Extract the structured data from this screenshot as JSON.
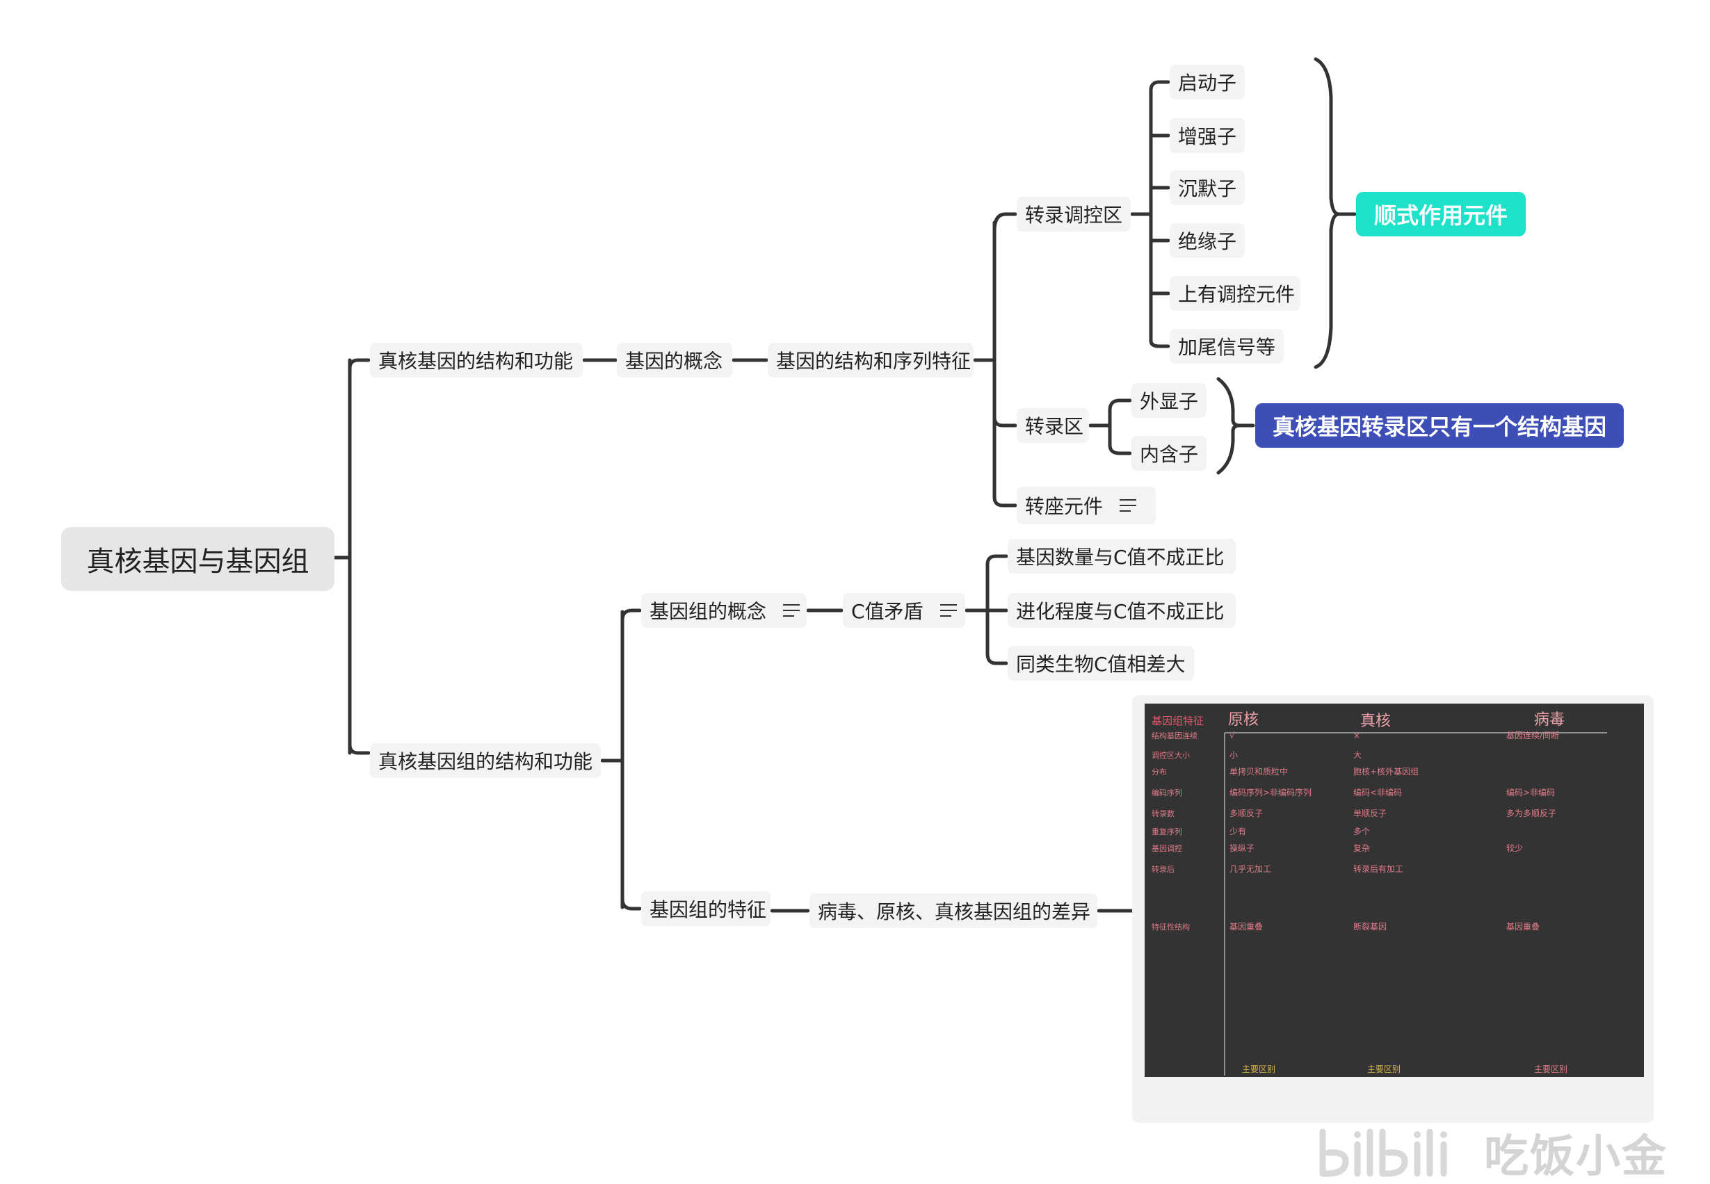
{
  "root": "真核基因与基因组",
  "branch1": {
    "label": "真核基因的结构和功能",
    "concept": "基因的概念",
    "structure": "基因的结构和序列特征",
    "regulatory_region": {
      "label": "转录调控区",
      "items": [
        "启动子",
        "增强子",
        "沉默子",
        "绝缘子",
        "上有调控元件",
        "加尾信号等"
      ],
      "summary": "顺式作用元件"
    },
    "transcribed_region": {
      "label": "转录区",
      "items": [
        "外显子",
        "内含子"
      ],
      "summary": "真核基因转录区只有一个结构基因"
    },
    "transposon": "转座元件"
  },
  "branch2": {
    "label": "真核基因组的结构和功能",
    "concept": "基因组的概念",
    "c_paradox": {
      "label": "C值矛盾",
      "items": [
        "基因数量与C值不成正比",
        "进化程度与C值不成正比",
        "同类生物C值相差大"
      ]
    },
    "features": "基因组的特征",
    "difference": "病毒、原核、真核基因组的差异"
  },
  "chalk_table": {
    "header": [
      "基因组特征",
      "原核",
      "真核",
      "病毒"
    ],
    "rows": [
      [
        "结构基因连续",
        "√",
        "×",
        "基因连续/间断"
      ],
      [
        "调控区大小",
        "小",
        "大",
        ""
      ],
      [
        "分布",
        "单拷贝和质粒中",
        "胞核+核外基因组",
        ""
      ],
      [
        "编码序列",
        "编码序列>非编码序列",
        "编码<非编码",
        "编码>非编码"
      ],
      [
        "转录数",
        "多顺反子",
        "单顺反子",
        "多为多顺反子"
      ],
      [
        "重复序列",
        "少有",
        "多个",
        ""
      ],
      [
        "基因调控",
        "操纵子",
        "复杂",
        "较少"
      ],
      [
        "转录后",
        "几乎无加工",
        "转录后有加工",
        ""
      ],
      [
        "特征性结构",
        "基因重叠",
        "断裂基因",
        "基因重叠"
      ]
    ],
    "highlights": [
      "主要区别",
      "主要区别",
      "主要区别"
    ]
  },
  "colors": {
    "teal": "#1de2c9",
    "indigo": "#3d4fb6",
    "chalkboard": "#333333",
    "chalk_red": "#e0576b",
    "chalk_yellow": "#d4b24a"
  },
  "watermark": "吃饭小金"
}
